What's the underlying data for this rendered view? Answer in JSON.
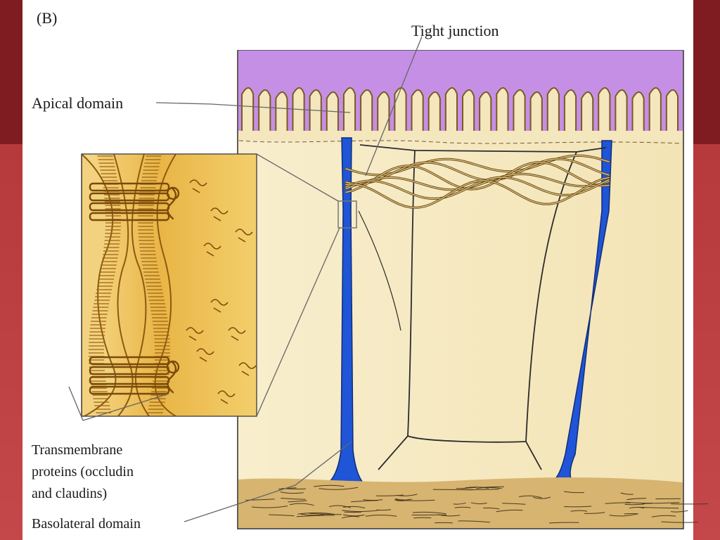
{
  "figure": {
    "panel_label": "(B)",
    "labels": {
      "tight_junction": "Tight junction",
      "apical_domain": "Apical domain",
      "transmembrane_line1": "Transmembrane",
      "transmembrane_line2": "proteins (occludin",
      "transmembrane_line3": "and claudins)",
      "basolateral_domain": "Basolateral domain"
    }
  },
  "colors": {
    "slide_frame": "#7f1c21",
    "apical_purple": "#c58fe6",
    "cell_cream": "#f6ebc3",
    "membrane_tan": "#c99a47",
    "lateral_blue": "#1f55d6",
    "inset_gold": "#e8b44a"
  }
}
